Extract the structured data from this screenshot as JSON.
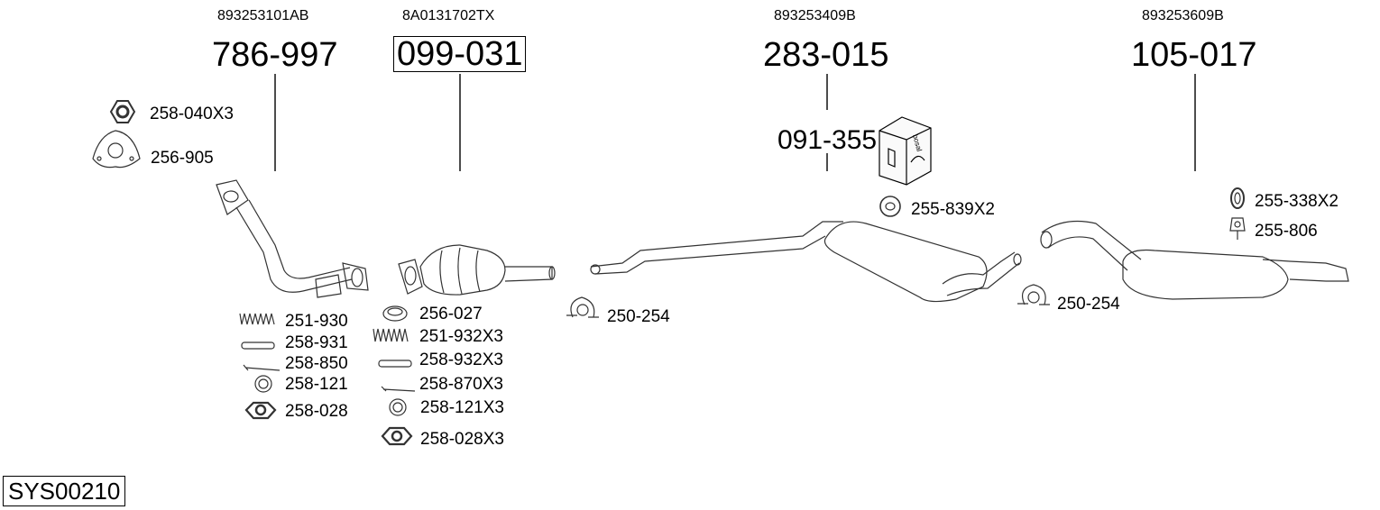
{
  "system_id": "SYS00210",
  "assemblies": [
    {
      "oem": "893253101AB",
      "part": "786-997",
      "boxed": false
    },
    {
      "oem": "8A0131702TX",
      "part": "099-031",
      "boxed": true
    },
    {
      "oem": "893253409B",
      "part": "283-015",
      "boxed": false
    },
    {
      "oem": "893253609B",
      "part": "105-017",
      "boxed": false
    }
  ],
  "kit": {
    "part": "091-355",
    "brand": "bosal"
  },
  "hardware": {
    "h1": "258-040X3",
    "h2": "256-905",
    "h3": "251-930",
    "h4": "258-931",
    "h5": "258-850",
    "h6": "258-121",
    "h7": "258-028",
    "h8": "256-027",
    "h9": "251-932X3",
    "h10": "258-932X3",
    "h11": "258-870X3",
    "h12": "258-121X3",
    "h13": "258-028X3",
    "h14": "250-254",
    "h15": "255-839X2",
    "h16": "250-254",
    "h17": "255-338X2",
    "h18": "255-806"
  }
}
